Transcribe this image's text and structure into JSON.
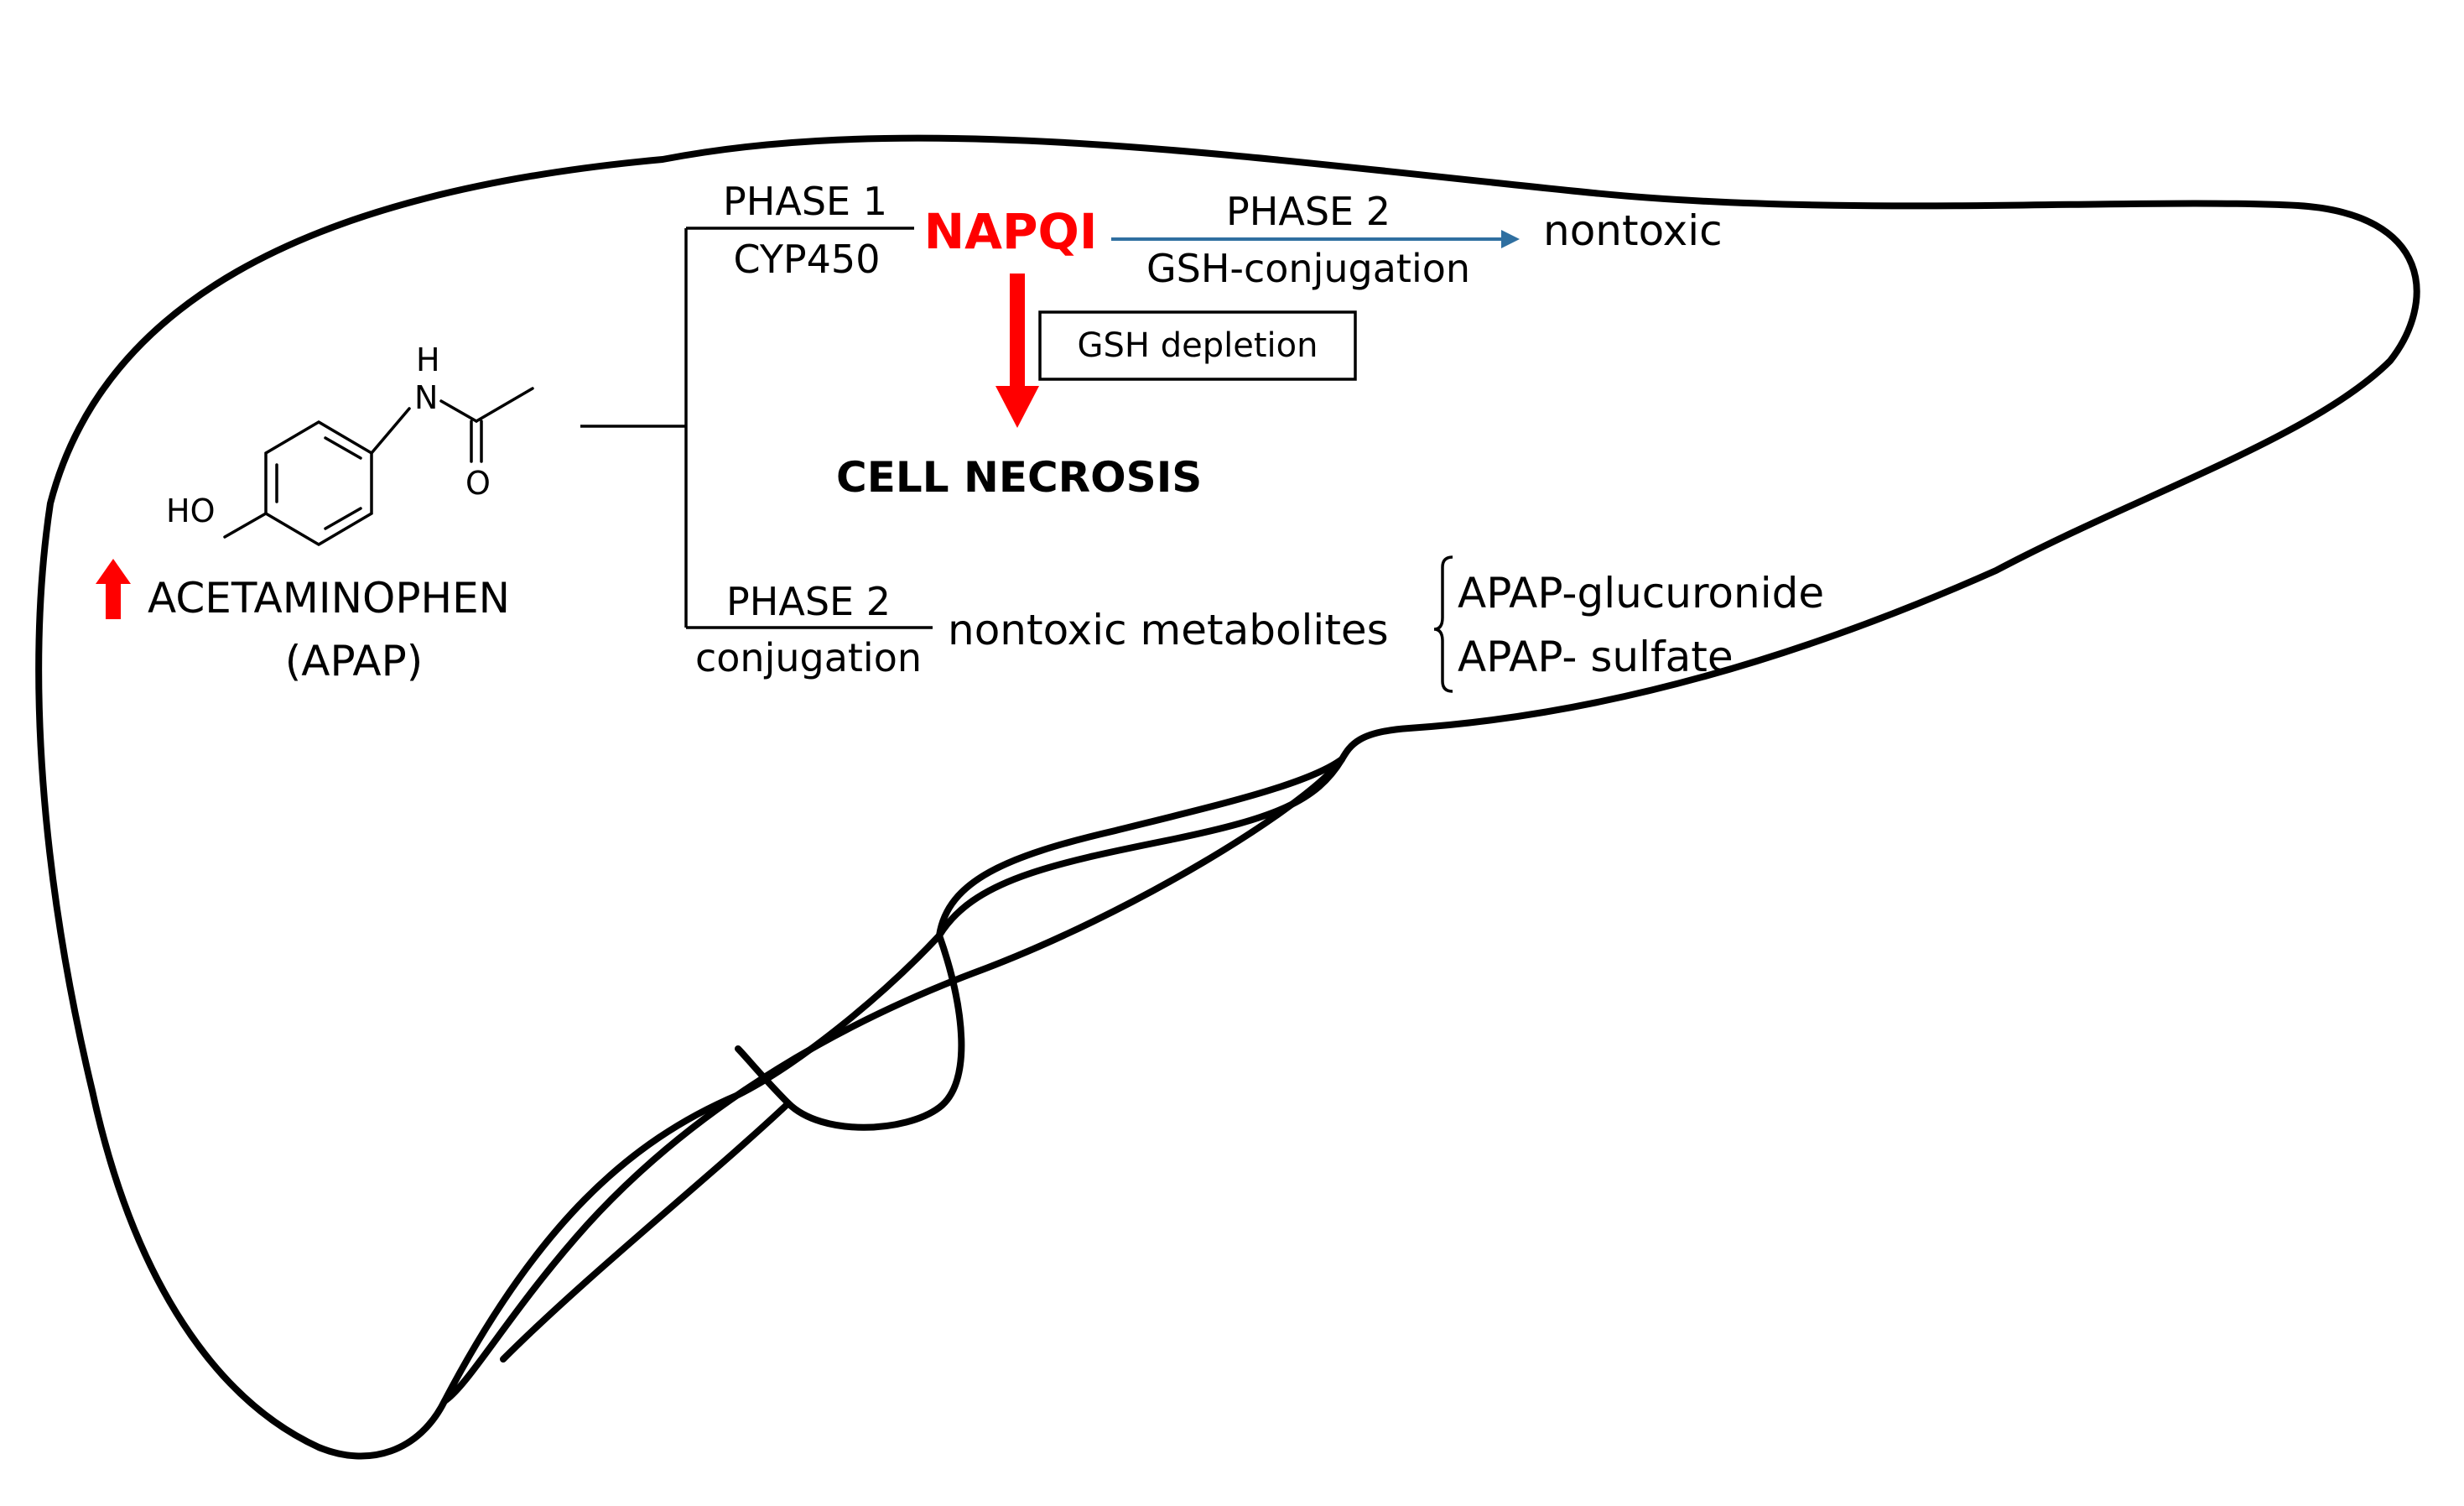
{
  "colors": {
    "outline": "#000000",
    "highlight_red": "#ff0000",
    "arrow_blue": "#2f6fa0"
  },
  "icons": {
    "increase_arrow": "up-arrow-icon",
    "toxic_pathway_arrow": "down-arrow-icon",
    "detox_arrow": "right-arrow-icon"
  },
  "drug": {
    "structure_label_h": "H",
    "structure_label_n": "N",
    "structure_label_o": "O",
    "structure_label_ho": "HO",
    "name": "ACETAMINOPHEN",
    "abbreviation": "(APAP)"
  },
  "upper_branch": {
    "phase_label": "PHASE 1",
    "enzyme_label": "CYP450",
    "intermediate": "NAPQI",
    "detox": {
      "phase_label": "PHASE 2",
      "process_label": "GSH-conjugation",
      "outcome": "nontoxic"
    },
    "depletion_box": "GSH depletion",
    "toxic_outcome": "CELL NECROSIS"
  },
  "lower_branch": {
    "phase_label": "PHASE 2",
    "process_label": "conjugation",
    "outcome": "nontoxic metabolites",
    "metabolites": [
      "APAP-glucuronide",
      "APAP- sulfate"
    ]
  }
}
